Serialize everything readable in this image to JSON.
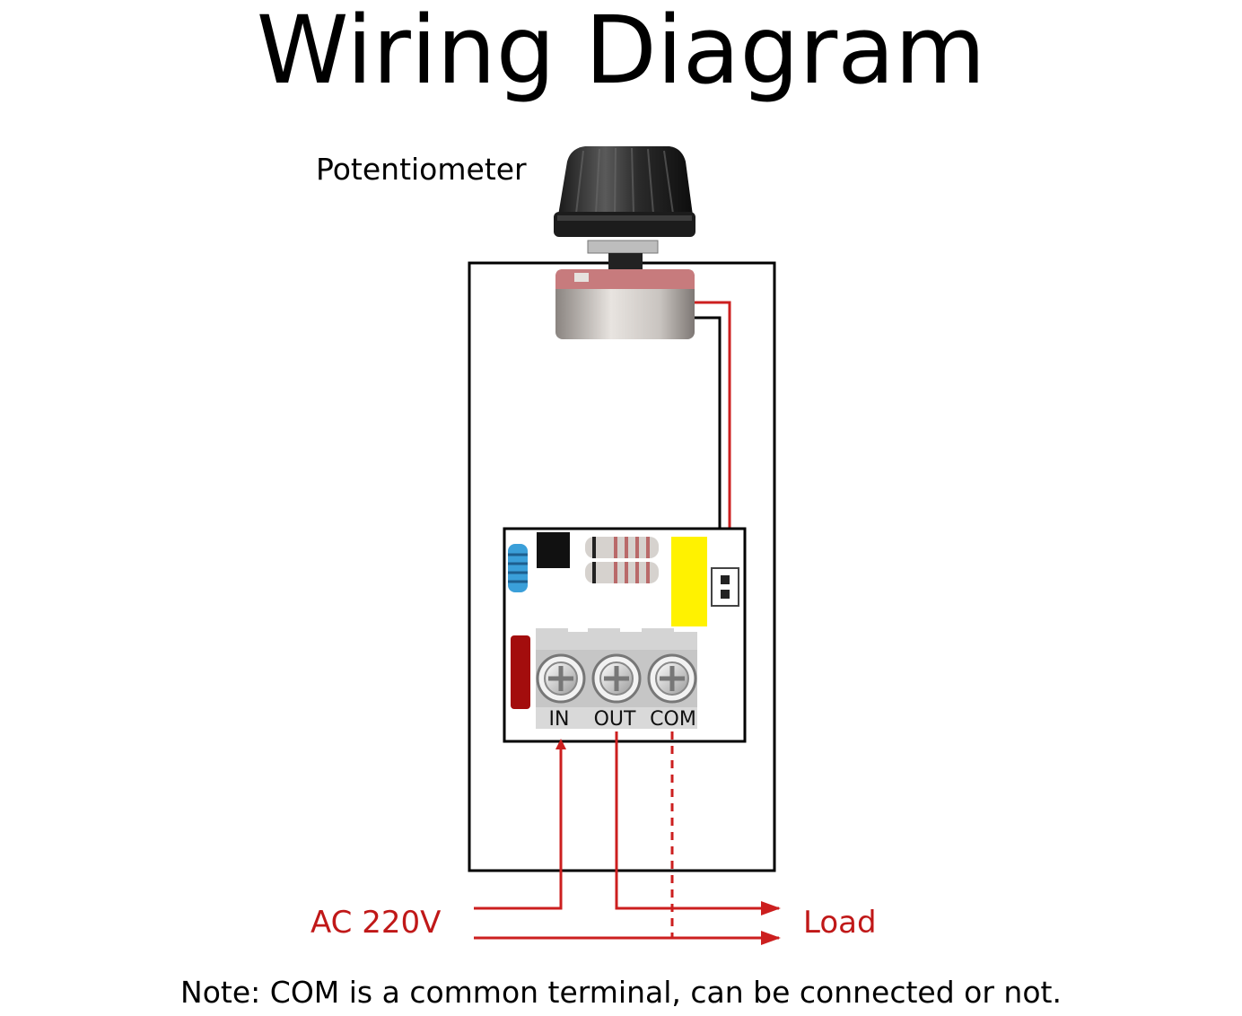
{
  "title": "Wiring Diagram",
  "potentiometer_label": "Potentiometer",
  "terminals": {
    "in": "IN",
    "out": "OUT",
    "com": "COM"
  },
  "source_label": "AC 220V",
  "load_label": "Load",
  "note": "Note: COM is a common terminal, can be connected or not.",
  "colors": {
    "wire_red": "#cc1f1f",
    "label_red": "#c01818",
    "outline": "#000000",
    "capacitor_yellow": "#fff200",
    "resistor_blue": "#3a9fd9",
    "component_red": "#a30d0d",
    "terminal_block": "#d4d4d4"
  }
}
